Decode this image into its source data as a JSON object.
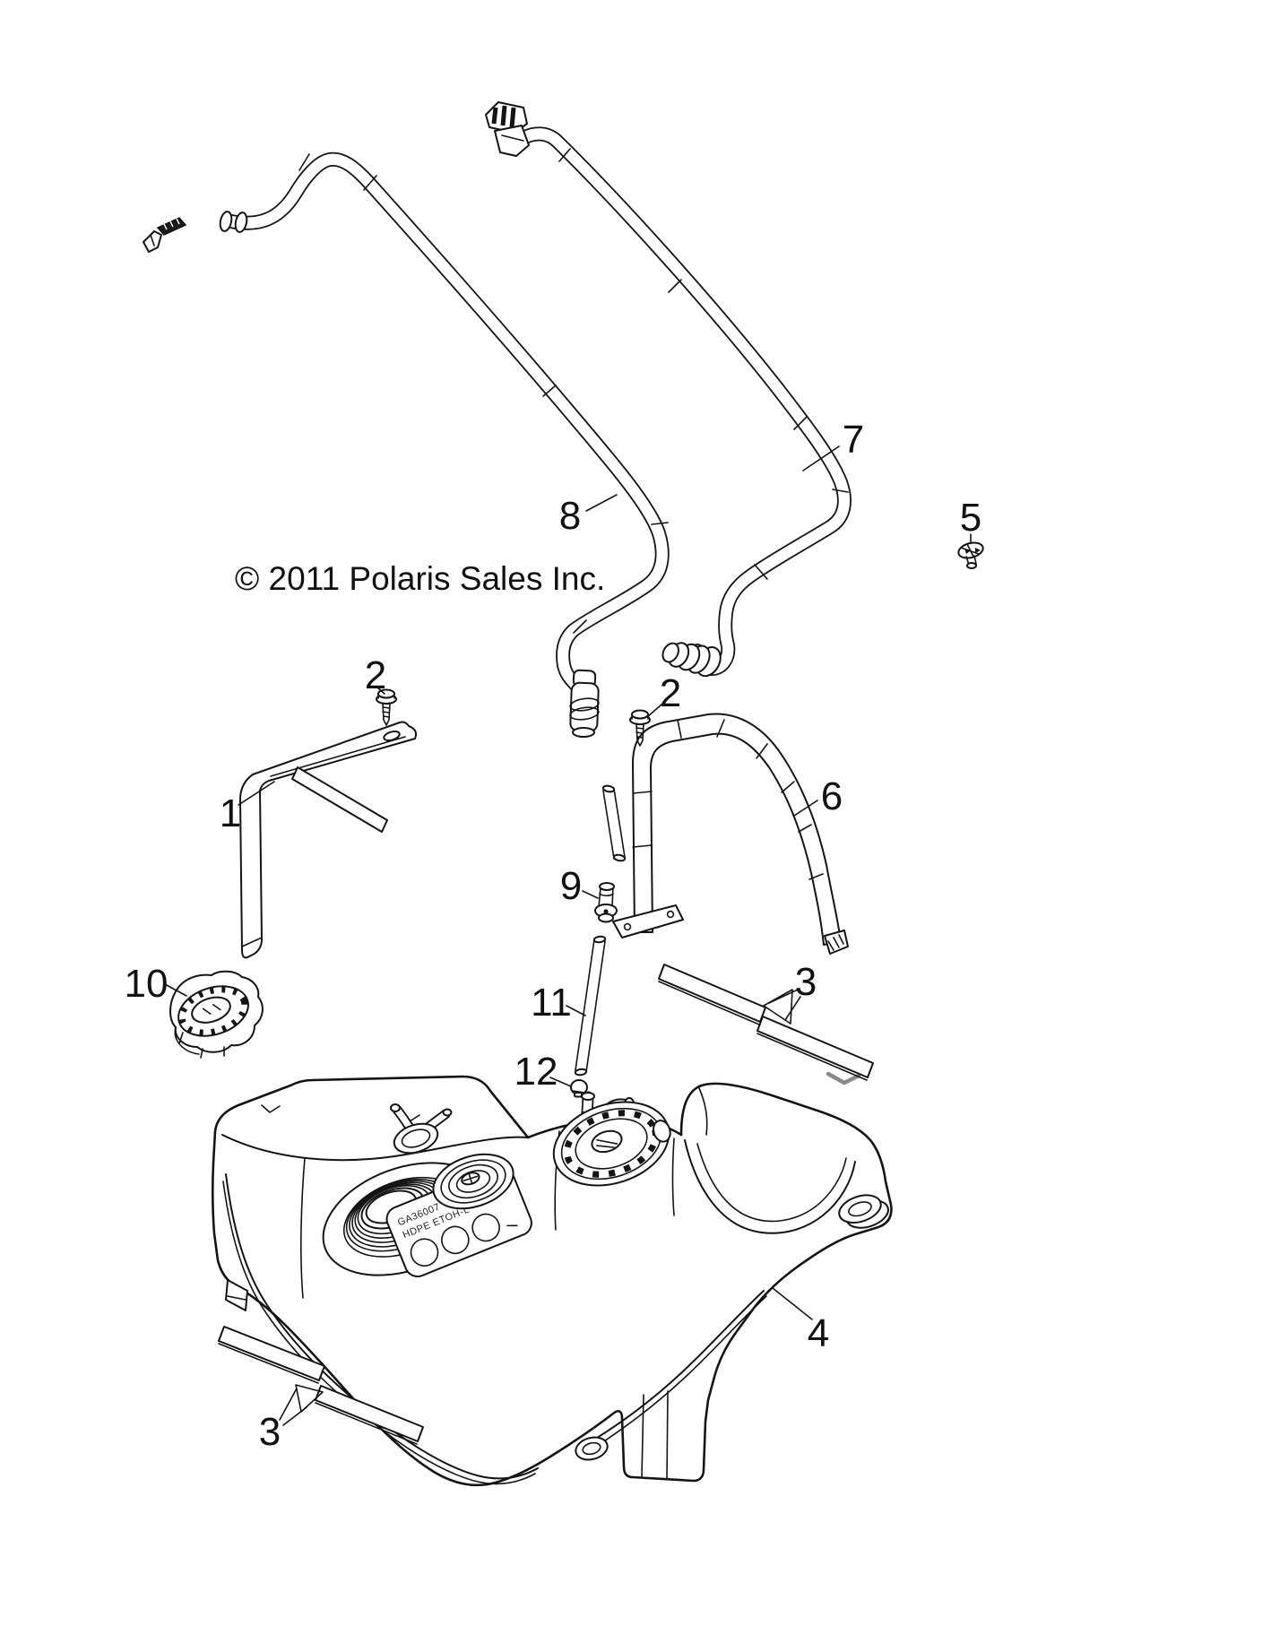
{
  "copyright": "© 2011 Polaris Sales Inc.",
  "colors": {
    "line": "#141414",
    "background": "#ffffff"
  },
  "callouts": {
    "c1": {
      "label": "1"
    },
    "c2a": {
      "label": "2"
    },
    "c2b": {
      "label": "2"
    },
    "c3a": {
      "label": "3"
    },
    "c3b": {
      "label": "3"
    },
    "c4": {
      "label": "4"
    },
    "c5": {
      "label": "5"
    },
    "c6": {
      "label": "6"
    },
    "c7": {
      "label": "7"
    },
    "c8": {
      "label": "8"
    },
    "c9": {
      "label": "9"
    },
    "c10": {
      "label": "10"
    },
    "c11": {
      "label": "11"
    },
    "c12": {
      "label": "12"
    }
  },
  "tank_markings": {
    "line1": "GA36007",
    "line2": "HDPE ETOH-L"
  }
}
